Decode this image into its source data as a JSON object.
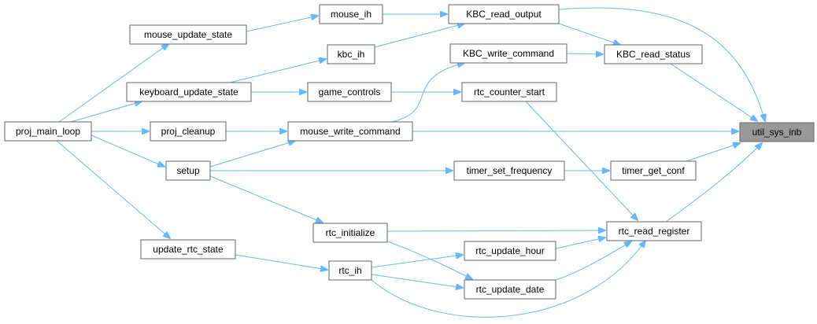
{
  "graph": {
    "focus_node": "util_sys_inb",
    "edge_color": "#63b8ff",
    "node_border_color": "#666666",
    "focus_fill_color": "#999999",
    "nodes": [
      {
        "id": "util_sys_inb",
        "label": "util_sys_inb"
      },
      {
        "id": "KBC_read_output",
        "label": "KBC_read_output"
      },
      {
        "id": "KBC_read_status",
        "label": "KBC_read_status"
      },
      {
        "id": "KBC_write_command",
        "label": "KBC_write_command"
      },
      {
        "id": "mouse_ih",
        "label": "mouse_ih"
      },
      {
        "id": "kbc_ih",
        "label": "kbc_ih"
      },
      {
        "id": "mouse_update_state",
        "label": "mouse_update_state"
      },
      {
        "id": "keyboard_update_state",
        "label": "keyboard_update_state"
      },
      {
        "id": "game_controls",
        "label": "game_controls"
      },
      {
        "id": "rtc_counter_start",
        "label": "rtc_counter_start"
      },
      {
        "id": "proj_main_loop",
        "label": "proj_main_loop"
      },
      {
        "id": "proj_cleanup",
        "label": "proj_cleanup"
      },
      {
        "id": "mouse_write_command",
        "label": "mouse_write_command"
      },
      {
        "id": "setup",
        "label": "setup"
      },
      {
        "id": "timer_set_frequency",
        "label": "timer_set_frequency"
      },
      {
        "id": "timer_get_conf",
        "label": "timer_get_conf"
      },
      {
        "id": "rtc_read_register",
        "label": "rtc_read_register"
      },
      {
        "id": "rtc_initialize",
        "label": "rtc_initialize"
      },
      {
        "id": "update_rtc_state",
        "label": "update_rtc_state"
      },
      {
        "id": "rtc_update_hour",
        "label": "rtc_update_hour"
      },
      {
        "id": "rtc_ih",
        "label": "rtc_ih"
      },
      {
        "id": "rtc_update_date",
        "label": "rtc_update_date"
      }
    ],
    "edges": [
      {
        "from": "KBC_read_output",
        "to": "util_sys_inb"
      },
      {
        "from": "KBC_read_status",
        "to": "util_sys_inb"
      },
      {
        "from": "mouse_write_command",
        "to": "util_sys_inb"
      },
      {
        "from": "timer_get_conf",
        "to": "util_sys_inb"
      },
      {
        "from": "rtc_read_register",
        "to": "util_sys_inb"
      },
      {
        "from": "KBC_read_output",
        "to": "KBC_read_status"
      },
      {
        "from": "KBC_write_command",
        "to": "KBC_read_status"
      },
      {
        "from": "mouse_ih",
        "to": "KBC_read_output"
      },
      {
        "from": "kbc_ih",
        "to": "KBC_read_output"
      },
      {
        "from": "mouse_update_state",
        "to": "mouse_ih"
      },
      {
        "from": "keyboard_update_state",
        "to": "kbc_ih"
      },
      {
        "from": "keyboard_update_state",
        "to": "game_controls"
      },
      {
        "from": "game_controls",
        "to": "rtc_counter_start"
      },
      {
        "from": "mouse_write_command",
        "to": "KBC_write_command"
      },
      {
        "from": "rtc_counter_start",
        "to": "rtc_read_register"
      },
      {
        "from": "proj_main_loop",
        "to": "mouse_update_state"
      },
      {
        "from": "proj_main_loop",
        "to": "keyboard_update_state"
      },
      {
        "from": "proj_main_loop",
        "to": "proj_cleanup"
      },
      {
        "from": "proj_main_loop",
        "to": "setup"
      },
      {
        "from": "proj_main_loop",
        "to": "update_rtc_state"
      },
      {
        "from": "proj_cleanup",
        "to": "mouse_write_command"
      },
      {
        "from": "setup",
        "to": "mouse_write_command"
      },
      {
        "from": "setup",
        "to": "timer_set_frequency"
      },
      {
        "from": "setup",
        "to": "rtc_initialize"
      },
      {
        "from": "timer_set_frequency",
        "to": "timer_get_conf"
      },
      {
        "from": "rtc_initialize",
        "to": "rtc_read_register"
      },
      {
        "from": "rtc_initialize",
        "to": "rtc_update_date"
      },
      {
        "from": "update_rtc_state",
        "to": "rtc_ih"
      },
      {
        "from": "rtc_ih",
        "to": "rtc_update_hour"
      },
      {
        "from": "rtc_ih",
        "to": "rtc_update_date"
      },
      {
        "from": "rtc_ih",
        "to": "rtc_read_register"
      },
      {
        "from": "rtc_update_hour",
        "to": "rtc_read_register"
      },
      {
        "from": "rtc_update_date",
        "to": "rtc_read_register"
      }
    ]
  }
}
